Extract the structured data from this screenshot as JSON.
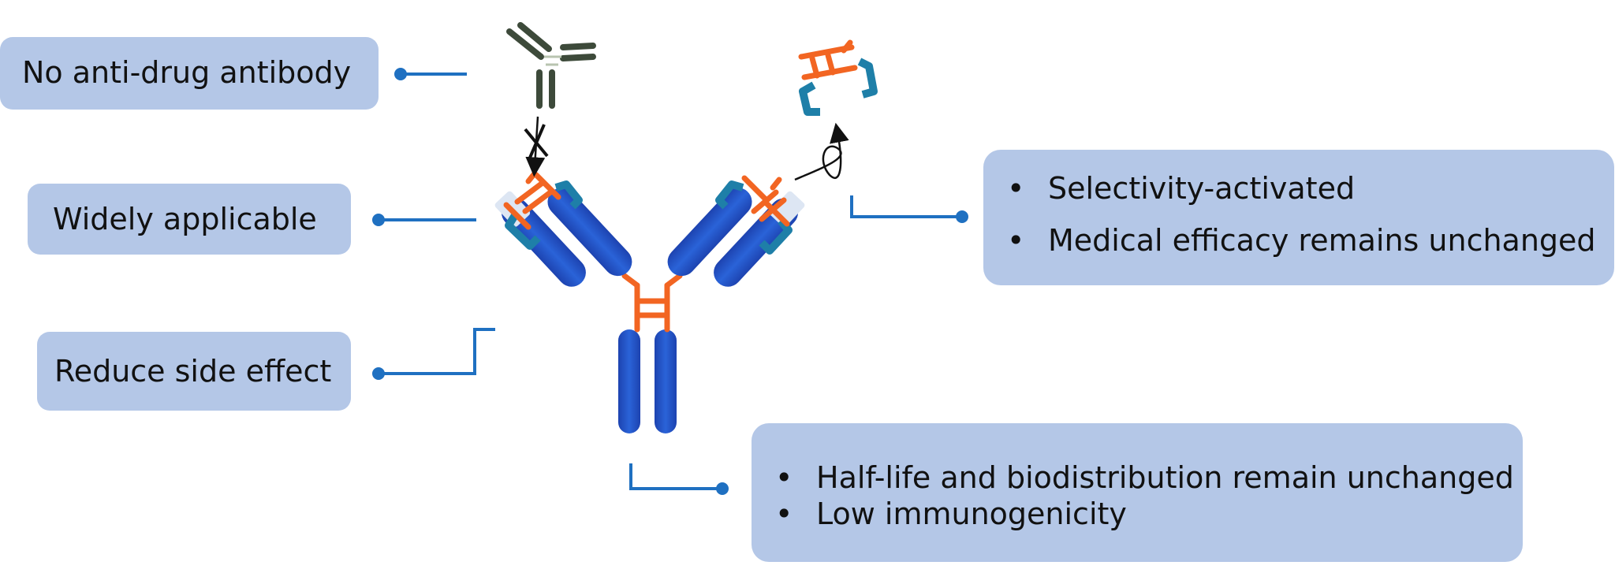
{
  "labels": {
    "no_ada": "No anti-drug antibody",
    "widely": "Widely applicable",
    "reduce": "Reduce side effect"
  },
  "right_box": {
    "items": [
      "Selectivity-activated",
      "Medical efficacy remains unchanged"
    ]
  },
  "bottom_box": {
    "items": [
      "Half-life and biodistribution remain unchanged",
      "Low immunogenicity"
    ]
  },
  "colors": {
    "box_fill": "#b4c7e7",
    "connector": "#1f70c1",
    "heavy_chain": "#1e4fc2",
    "light_chain_teal": "#1e7fa8",
    "linker_orange": "#f26522",
    "ada_dark_green": "#3d4a3a"
  },
  "icons": [
    "antibody-icon",
    "anti-drug-antibody-icon",
    "cleaved-mask-icon",
    "blocked-arrow-icon",
    "release-arrow-icon"
  ]
}
